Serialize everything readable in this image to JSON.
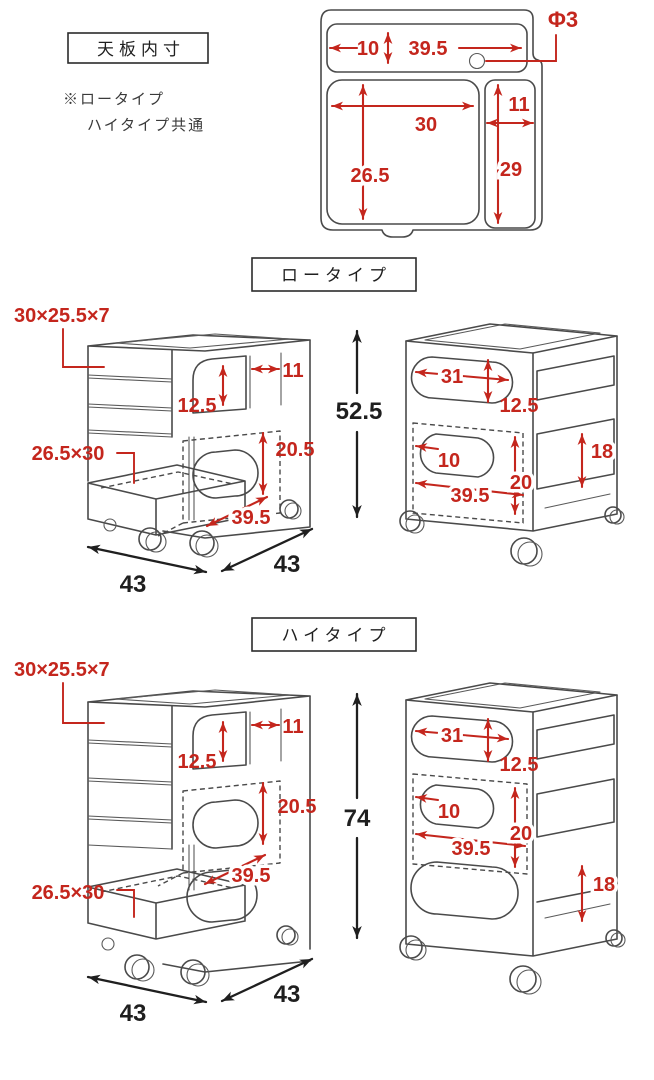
{
  "colors": {
    "dimension_red": "#c4261d",
    "outline_gray": "#4a4a4a",
    "text_black": "#1f1f1f"
  },
  "top_view": {
    "title": "天板内寸",
    "note_line1": "※ロータイプ",
    "note_line2": "ハイタイプ共通",
    "tray_depth": "10",
    "tray_width": "39.5",
    "hole_diameter": "Φ3",
    "main_width": "30",
    "main_depth": "26.5",
    "side_width": "11",
    "side_depth": "29"
  },
  "low_type": {
    "title": "ロータイプ",
    "overall_height": "52.5",
    "left_view": {
      "top_drawer_size": "30×25.5×7",
      "opening_height": "12.5",
      "side_panel_width": "11",
      "lower_opening_height": "20.5",
      "lower_inner_width": "39.5",
      "bottom_tray_size": "26.5×30",
      "body_width": "43",
      "body_depth": "43"
    },
    "right_view": {
      "opening_width": "31",
      "opening_height": "12.5",
      "inner_depth": "10",
      "inner_height": "20",
      "inner_width": "39.5",
      "side_opening_height": "18"
    }
  },
  "high_type": {
    "title": "ハイタイプ",
    "overall_height": "74",
    "left_view": {
      "top_drawer_size": "30×25.5×7",
      "opening_height": "12.5",
      "side_panel_width": "11",
      "lower_opening_height": "20.5",
      "lower_inner_width": "39.5",
      "bottom_tray_size": "26.5×30",
      "body_width": "43",
      "body_depth": "43"
    },
    "right_view": {
      "opening_width": "31",
      "opening_height": "12.5",
      "inner_depth": "10",
      "inner_height": "20",
      "inner_width": "39.5",
      "side_opening_height": "18"
    }
  }
}
